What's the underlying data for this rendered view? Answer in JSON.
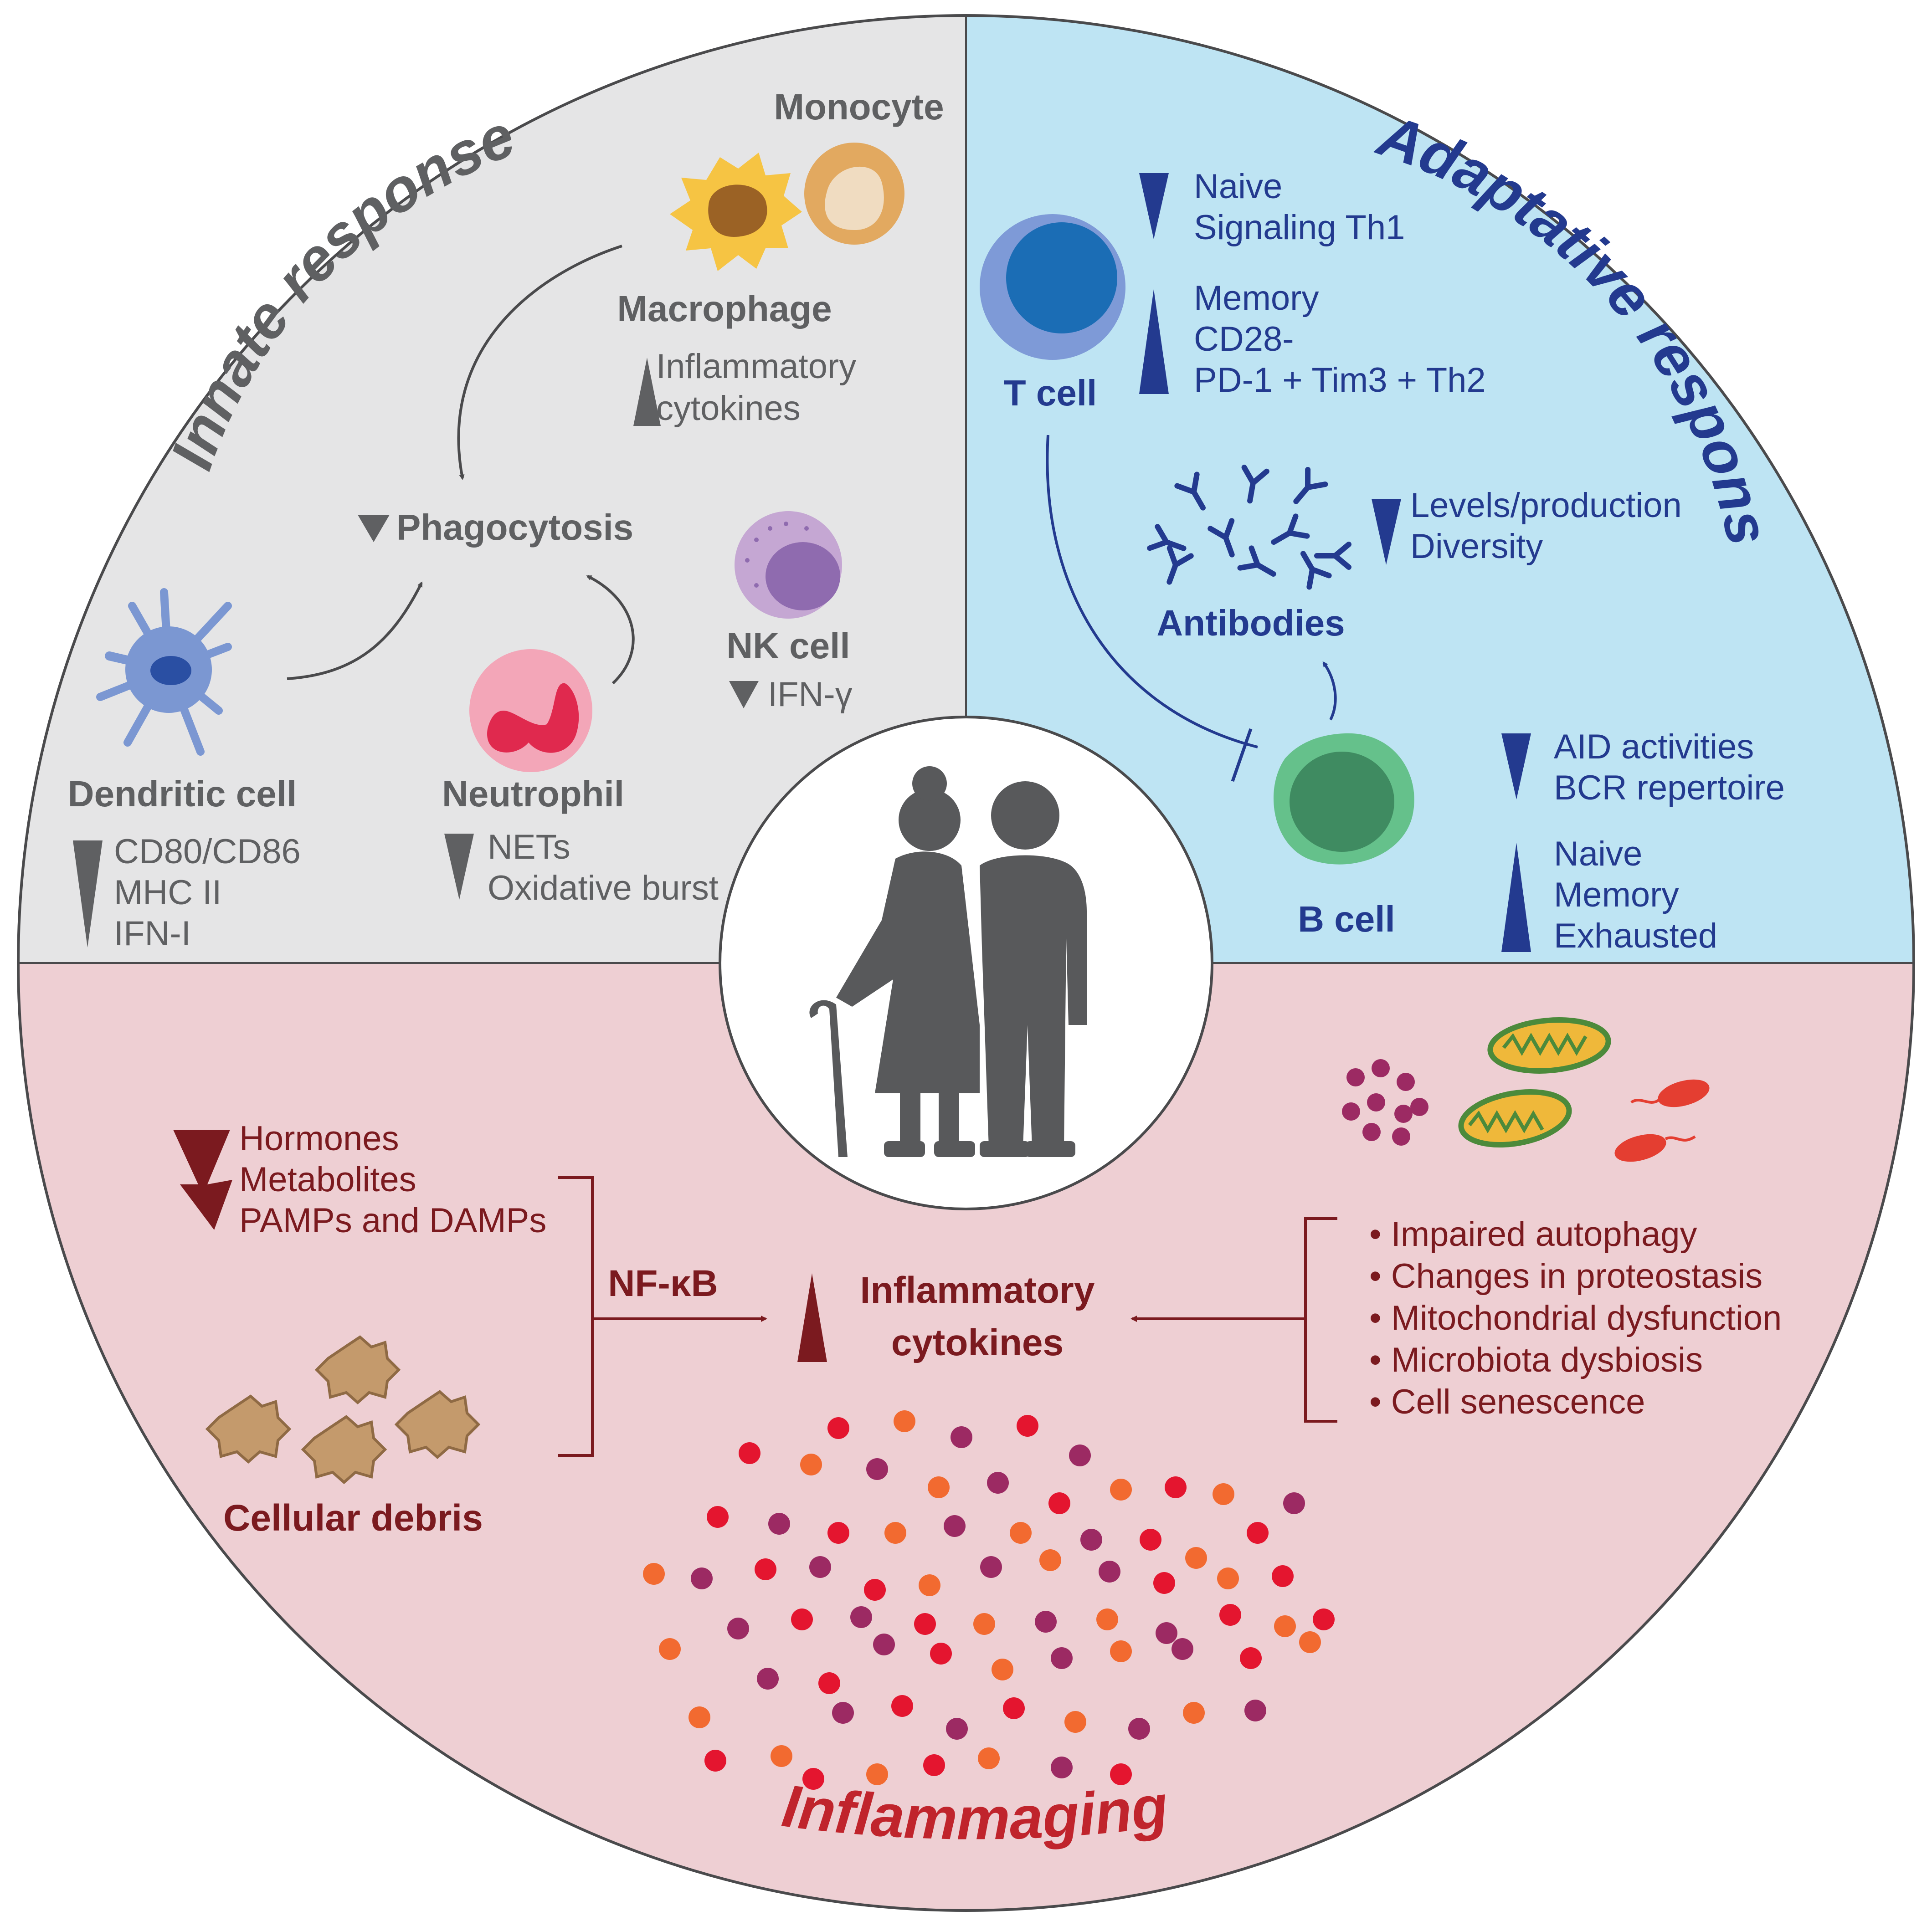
{
  "innate": {
    "title": "Innate response",
    "monocyte": "Monocyte",
    "macrophage": "Macrophage",
    "macrophage_lines": [
      "Inflammatory",
      "cytokines"
    ],
    "phagocytosis": "Phagocytosis",
    "nk_cell": "NK cell",
    "nk_lines": [
      "IFN-γ"
    ],
    "dendritic_cell": "Dendritic cell",
    "dendritic_lines": [
      "CD80/CD86",
      "MHC II",
      "IFN-I"
    ],
    "neutrophil": "Neutrophil",
    "neutrophil_lines": [
      "NETs",
      "Oxidative burst"
    ]
  },
  "adaptive": {
    "title": "Adaptative response",
    "t_cell": "T cell",
    "t_down_lines": [
      "Naive",
      "Signaling Th1"
    ],
    "t_up_lines": [
      "Memory",
      "CD28-",
      "PD-1 + Tim3 + Th2"
    ],
    "antibodies": "Antibodies",
    "antibody_lines": [
      "Levels/production",
      "Diversity"
    ],
    "b_cell": "B cell",
    "b_down_lines": [
      "AID activities",
      "BCR repertoire"
    ],
    "b_up_lines": [
      "Naive",
      "Memory",
      "Exhausted"
    ]
  },
  "inflammaging": {
    "title": "Inflammaging",
    "signals": [
      "Hormones",
      "Metabolites",
      "PAMPs and DAMPs"
    ],
    "debris": "Cellular debris",
    "nfkb": "NF-κB",
    "cytokines_lines": [
      "Inflammatory",
      "cytokines"
    ],
    "causes": [
      "• Impaired autophagy",
      "• Changes in proteostasis",
      "• Mitochondrial dysfunction",
      "• Microbiota dysbiosis",
      "• Cell senescence"
    ]
  },
  "colors": {
    "innate_bg": "#e5e5e6",
    "adaptive_bg": "#bee4f3",
    "inflammaging_bg": "#eecfd3",
    "innate_text": "#5f6062",
    "adaptive_text": "#233a8f",
    "inflammaging_text": "#7b1a1f",
    "inflammaging_title": "#c0242c"
  }
}
